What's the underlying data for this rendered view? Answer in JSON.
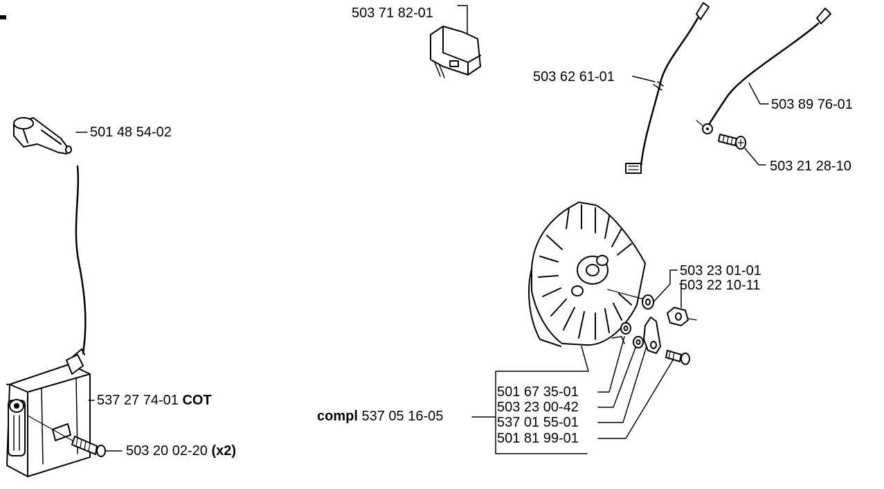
{
  "parts": {
    "switch": {
      "number": "503 71 82-01"
    },
    "ignition_wire": {
      "number": "503 62 61-01"
    },
    "ground_wire": {
      "number": "503 89 76-01"
    },
    "ground_screw": {
      "number": "503 21 28-10"
    },
    "spark_plug_cap": {
      "number": "501 48 54-02"
    },
    "ignition_module": {
      "number": "537 27 74-01",
      "suffix": "COT"
    },
    "module_screw": {
      "number": "503 20 02-20",
      "qty": "(x2)"
    },
    "washer": {
      "number": "503 23 01-01"
    },
    "nut": {
      "number": "503 22 10-11"
    },
    "flywheel_group": {
      "prefix": "compl",
      "number": "537 05 16-05",
      "items": [
        {
          "number": "501 67 35-01"
        },
        {
          "number": "503 23 00-42"
        },
        {
          "number": "537 01 55-01"
        },
        {
          "number": "501 81 99-01"
        }
      ]
    }
  }
}
